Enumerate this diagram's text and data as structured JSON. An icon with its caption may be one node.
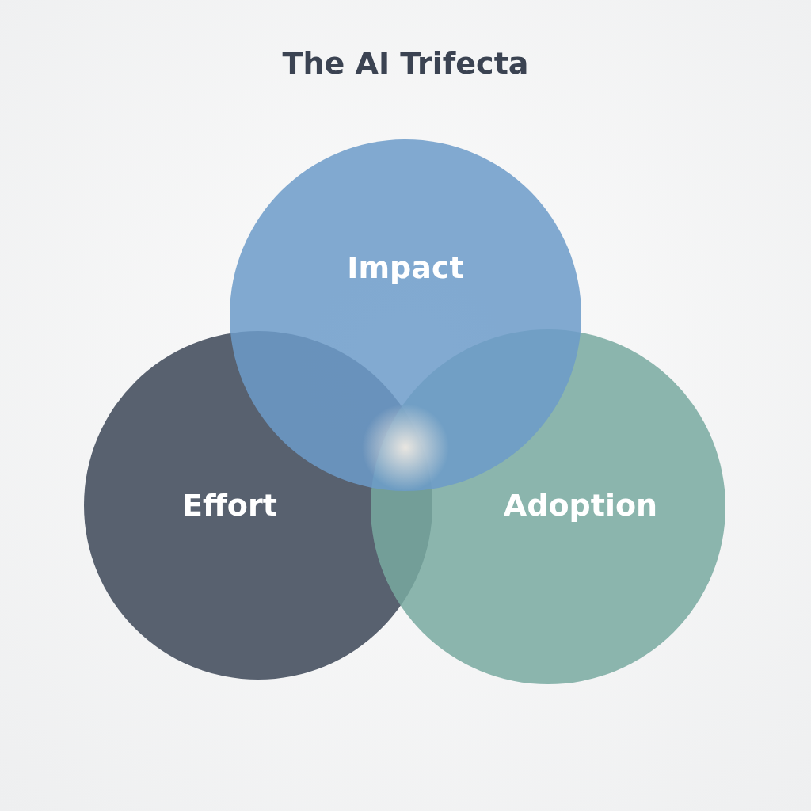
{
  "diagram": {
    "title": "The AI Trifecta",
    "nodes": [
      {
        "text": [
          "Impact"
        ]
      },
      {
        "text": [
          "Effort"
        ]
      },
      {
        "text": [
          "Adoption"
        ]
      }
    ]
  }
}
